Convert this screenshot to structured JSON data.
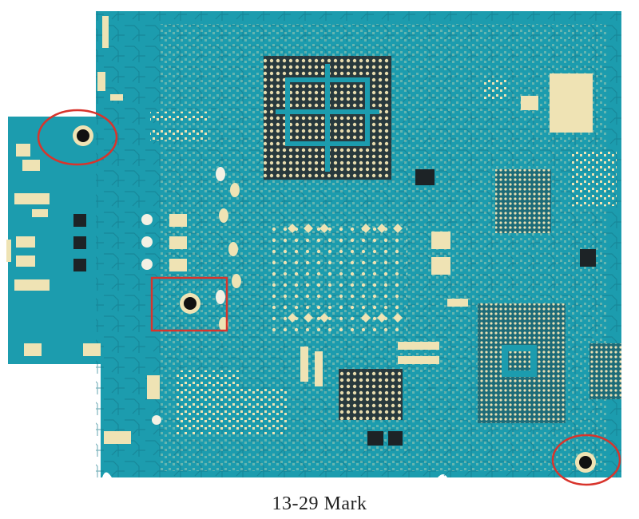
{
  "figure": {
    "caption": "13-29  Mark",
    "subject": "pcb-mainboard-photo",
    "colors": {
      "board": "#1c9cae",
      "board_dark": "#168597",
      "trace": "#137687",
      "pad": "#efe3b4",
      "chip": "#2e3437",
      "hole": "#111111",
      "marker": "#d8342c",
      "background": "#ffffff"
    },
    "markers": {
      "circled_fiducials": 2,
      "boxed_fiducials": 1
    }
  }
}
